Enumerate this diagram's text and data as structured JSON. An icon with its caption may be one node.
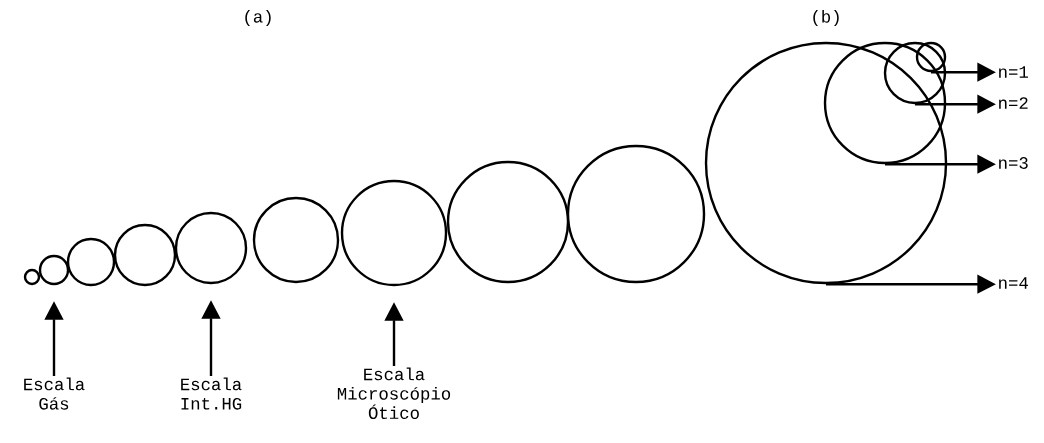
{
  "diagram": {
    "nodes": [
      {
        "text": [],
        "shape": "circle"
      },
      {
        "text": [],
        "shape": "circle"
      },
      {
        "text": [],
        "shape": "circle"
      },
      {
        "text": [],
        "shape": "circle"
      },
      {
        "text": [],
        "shape": "circle"
      },
      {
        "text": [],
        "shape": "circle"
      },
      {
        "text": [],
        "shape": "circle"
      },
      {
        "text": [],
        "shape": "circle"
      },
      {
        "text": [],
        "shape": "circle"
      },
      {
        "text": [],
        "shape": "circle"
      },
      {
        "text": [],
        "shape": "circle",
        "in": 9
      },
      {
        "text": [],
        "shape": "circle",
        "in": 10
      },
      {
        "text": [],
        "shape": "circle",
        "in": 11
      },
      {
        "text": [
          "n=1"
        ]
      },
      {
        "text": [
          "n=2"
        ]
      },
      {
        "text": [
          "n=3"
        ]
      },
      {
        "text": [
          "n=4"
        ]
      },
      {
        "text": [
          "Escala Gás"
        ]
      },
      {
        "text": [
          "Escala Int.HG"
        ]
      },
      {
        "text": [
          "Escala Microscópio Ótico"
        ]
      }
    ],
    "edges": [
      {
        "from": 12,
        "to": 13,
        "arrow": "to"
      },
      {
        "from": 11,
        "to": 14,
        "arrow": "to"
      },
      {
        "from": 10,
        "to": 15,
        "arrow": "to"
      },
      {
        "from": 9,
        "to": 16,
        "arrow": "to"
      },
      {
        "from": 17,
        "to": 1,
        "arrow": "to"
      },
      {
        "from": 18,
        "to": 4,
        "arrow": "to"
      },
      {
        "from": 19,
        "to": 6,
        "arrow": "to"
      }
    ],
    "labels": [
      "(a)",
      "(b)"
    ]
  }
}
